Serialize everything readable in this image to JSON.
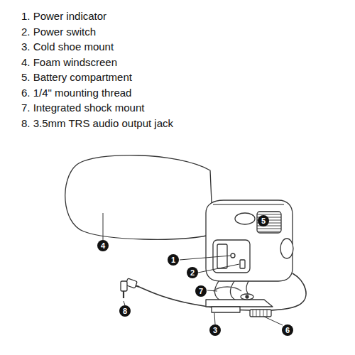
{
  "diagram": {
    "labels": [
      "1. Power indicator",
      "2. Power switch",
      "3. Cold shoe mount",
      "4. Foam windscreen",
      "5. Battery compartment",
      "6. 1/4\" mounting thread",
      "7. Integrated shock mount",
      "8. 3.5mm TRS audio output jack",
      "5",
      "4",
      "1",
      "2",
      "7",
      "8",
      "3",
      "6"
    ]
  }
}
